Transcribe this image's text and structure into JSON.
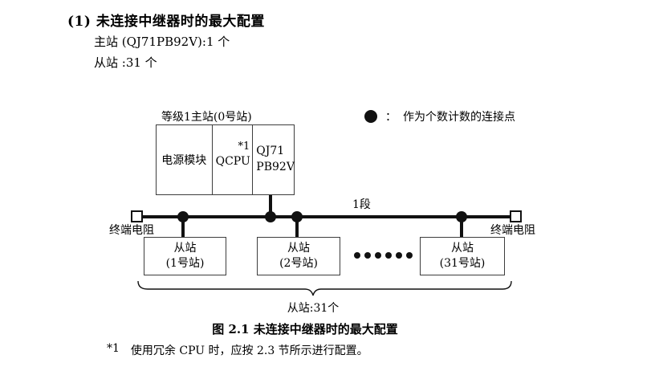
{
  "header": {
    "heading": "(1) 未连接中继器时的最大配置",
    "master_count": "主站 (QJ71PB92V):1 个",
    "slave_count": "从站 :31 个"
  },
  "legend": {
    "colon": "：",
    "text": "作为个数计数的连接点"
  },
  "diagram": {
    "master": {
      "label": "等级1主站(0号站)",
      "power_module": "电源模块",
      "cpu": "QCPU",
      "cpu_note": "*1",
      "network_module_line1": "QJ71",
      "network_module_line2": "PB92V"
    },
    "segment_label": "1段",
    "terminator_left_label": "终端电阻",
    "terminator_right_label": "终端电阻",
    "slaves": [
      {
        "line1": "从站",
        "line2": "(1号站)"
      },
      {
        "line1": "从站",
        "line2": "(2号站)"
      },
      {
        "line1": "从站",
        "line2": "(31号站)"
      }
    ],
    "brace_label": "从站:31个"
  },
  "caption": "图 2.1 未连接中继器时的最大配置",
  "footnote": {
    "marker": "*1",
    "text": "使用冗余 CPU 时，应按 2.3 节所示进行配置。"
  },
  "colors": {
    "ink": "#000000",
    "border": "#3d3d3d",
    "background": "#ffffff"
  }
}
